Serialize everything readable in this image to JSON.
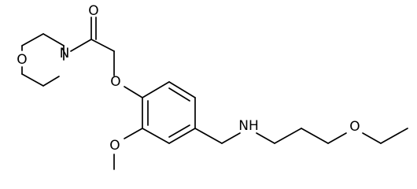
{
  "molecule": {
    "atoms": [
      {
        "id": "o_carbonyl",
        "label": "O"
      },
      {
        "id": "n_morpholine",
        "label": "N"
      },
      {
        "id": "o_morpholine",
        "label": "O"
      },
      {
        "id": "o_ether_link",
        "label": "O"
      },
      {
        "id": "o_methoxy",
        "label": "O"
      },
      {
        "id": "nh_amine",
        "label": "NH"
      },
      {
        "id": "o_ethoxy",
        "label": "O"
      }
    ]
  },
  "colors": {
    "bond": "#000000",
    "label": "#000000",
    "background": "#ffffff"
  }
}
